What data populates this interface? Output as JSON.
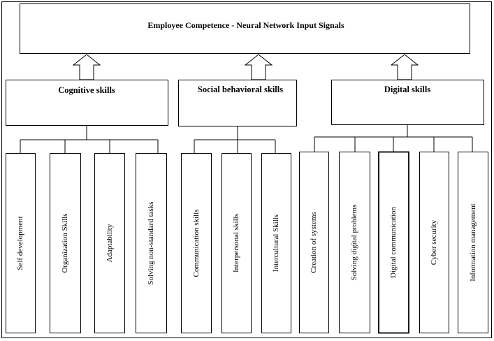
{
  "title": "Employee Competence - Neural Network Input Signals",
  "categories": [
    {
      "label": "Cognitive skills",
      "skills": [
        "Self development",
        "Organization Skills",
        "Adaptability",
        "Solving non-standard tasks"
      ]
    },
    {
      "label": "Social behavioral skills",
      "skills": [
        "Communication skills",
        "Interpersonal skills",
        "Intercultural Skills"
      ]
    },
    {
      "label": "Digital skills",
      "skills": [
        "Creation of systems",
        "Solving digital problems",
        "Digital communication",
        "Cyber security",
        "Information management"
      ]
    }
  ]
}
